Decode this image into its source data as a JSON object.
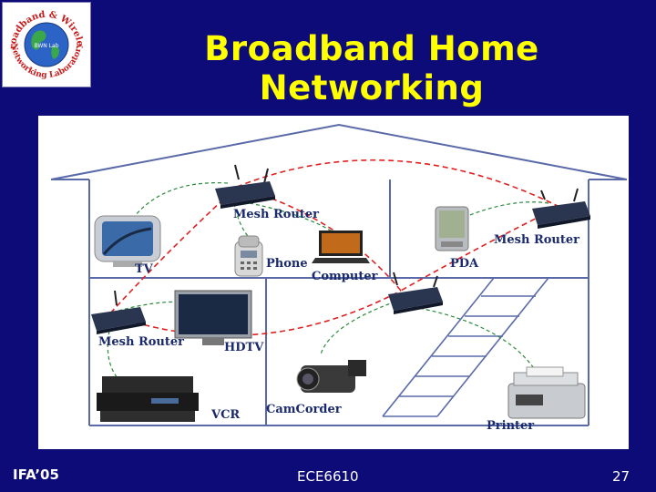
{
  "title": "Broadband Home Networking",
  "logo": {
    "top_text": "Broadband & Wireless",
    "bottom_text": "Networking Laboratory",
    "center_text": "BWN Lab"
  },
  "diagram": {
    "labels": {
      "mesh_router_top": "Mesh Router",
      "mesh_router_right": "Mesh Router",
      "mesh_router_left": "Mesh Router",
      "tv": "TV",
      "phone": "Phone",
      "computer": "Computer",
      "pda": "PDA",
      "hdtv": "HDTV",
      "vcr": "VCR",
      "camcorder": "CamCorder",
      "printer": "Printer"
    },
    "colors": {
      "label": "#1a2a6c",
      "wall": "#5a6aa8",
      "wireless_red": "#e02020",
      "wireless_green": "#2a8a3a"
    }
  },
  "footer": {
    "left": "IFA’05",
    "center": "ECE6610",
    "right": "27"
  }
}
